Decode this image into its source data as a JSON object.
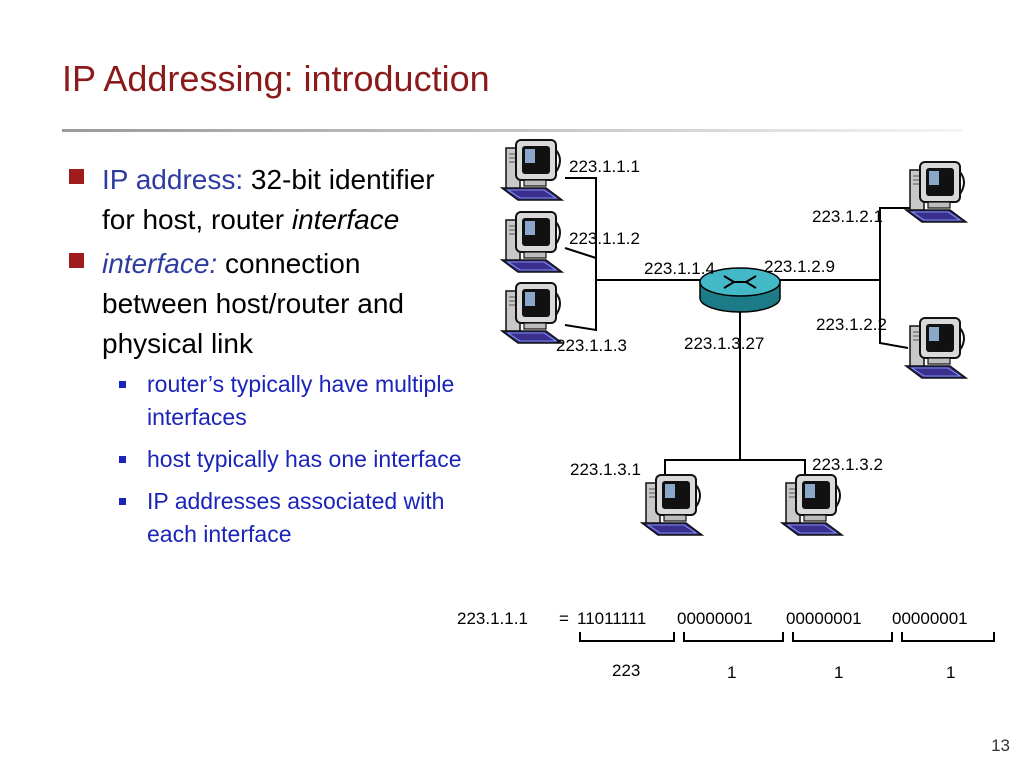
{
  "slide": {
    "title": "IP Addressing: introduction",
    "page_number": "13"
  },
  "bullets": {
    "b1": {
      "term": "IP address:",
      "rest": " 32-bit identifier for host, router ",
      "em": "interface"
    },
    "b2": {
      "term": "interface:",
      "rest": " connection between host/router and physical link"
    },
    "sub": [
      "router’s typically have multiple interfaces",
      "host typically has one interface",
      "IP addresses associated with each interface"
    ]
  },
  "diagram": {
    "host_labels": [
      "223.1.1.1",
      "223.1.1.2",
      "223.1.1.3",
      "223.1.2.1",
      "223.1.2.2",
      "223.1.3.1",
      "223.1.3.2"
    ],
    "router_labels": [
      "223.1.1.4",
      "223.1.2.9",
      "223.1.3.27"
    ],
    "binary": {
      "address": "223.1.1.1",
      "equals": "=",
      "octets": [
        "11011111",
        "00000001",
        "00000001",
        "00000001"
      ],
      "decimals": [
        "223",
        "1",
        "1",
        "1"
      ]
    }
  },
  "icons": {
    "host": "desktop-computer-icon",
    "router": "router-icon"
  }
}
